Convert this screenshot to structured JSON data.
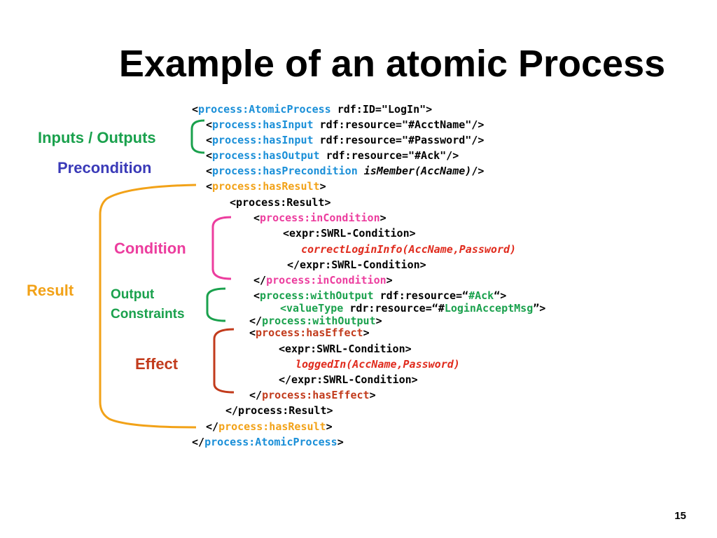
{
  "slide": {
    "title": "Example of an atomic Process",
    "page_number": "15"
  },
  "labels": {
    "inputs_outputs": "Inputs / Outputs",
    "precondition": "Precondition",
    "result": "Result",
    "condition": "Condition",
    "output_constraints_1": "Output",
    "output_constraints_2": "Constraints",
    "effect": "Effect"
  },
  "colors": {
    "inputs_outputs": "#1aa14d",
    "precondition": "#3a3ab8",
    "result": "#f2a218",
    "condition": "#ec3d9e",
    "output_constraints": "#1aa14d",
    "effect": "#c23b1c",
    "namespace_blue": "#1a8fd8"
  },
  "code": {
    "l1_a": "<",
    "l1_b": "process:AtomicProcess",
    "l1_c": " rdf:ID=\"LogIn\">",
    "l2_a": "<",
    "l2_b": "process:hasInput",
    "l2_c": " rdf:resource=\"#AcctName\"/>",
    "l3_a": "<",
    "l3_b": "process:hasInput",
    "l3_c": " rdf:resource=\"#Password\"/>",
    "l4_a": "<",
    "l4_b": "process:hasOutput",
    "l4_c": " rdf:resource=\"#Ack\"/>",
    "l5_a": "<",
    "l5_b": "process:hasPrecondition",
    "l5_c": " ",
    "l5_d": "isMember(AccName)",
    "l5_e": "/>",
    "l6_a": "<",
    "l6_b": "process:hasResult",
    "l6_c": ">",
    "l7": "<process:Result>",
    "l8_a": "<",
    "l8_b": "process:inCondition",
    "l8_c": ">",
    "l9": "<expr:SWRL-Condition>",
    "l10": "correctLoginInfo(AccName,Password)",
    "l11": "</expr:SWRL-Condition>",
    "l12_a": "</",
    "l12_b": "process:inCondition",
    "l12_c": ">",
    "l13_a": "<",
    "l13_b": "process:withOutput",
    "l13_c": " rdf:resource=“",
    "l13_d": "#Ack",
    "l13_e": "“>",
    "l14_a": "<valueType",
    "l14_b": " rdr:resource=“#",
    "l14_c": "LoginAcceptMsg",
    "l14_d": "”>",
    "l15_a": "</",
    "l15_b": "process:withOutput",
    "l15_c": ">",
    "l16_a": "<",
    "l16_b": "process:hasEffect",
    "l16_c": ">",
    "l17": "<expr:SWRL-Condition>",
    "l18": "loggedIn(AccName,Password)",
    "l19": "</expr:SWRL-Condition>",
    "l20_a": "</",
    "l20_b": "process:hasEffect",
    "l20_c": ">",
    "l21": "</process:Result>",
    "l22_a": "</",
    "l22_b": "process:hasResult",
    "l22_c": ">",
    "l23_a": "</",
    "l23_b": "process:AtomicProcess",
    "l23_c": ">"
  }
}
